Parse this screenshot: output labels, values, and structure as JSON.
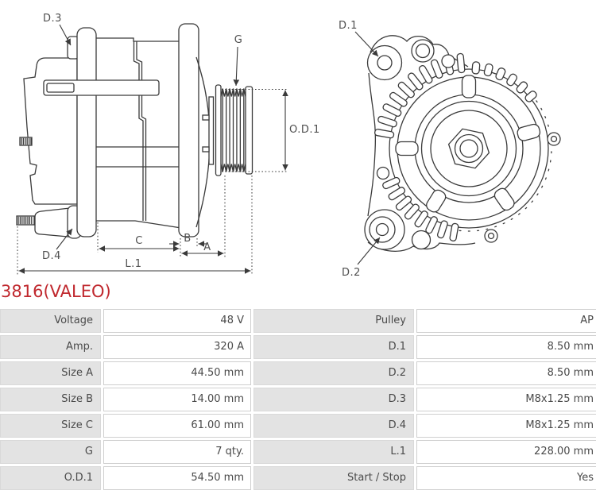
{
  "part_number": {
    "text": "3816(VALEO)",
    "color": "#c0282e"
  },
  "diagram": {
    "line_color": "#3a3a3a",
    "label_color": "#4f4f4f",
    "side_view_labels": {
      "d3": "D.3",
      "d4": "D.4",
      "g": "G",
      "od1": "O.D.1",
      "c": "C",
      "b": "B",
      "a": "A",
      "l1": "L.1"
    },
    "rear_view_labels": {
      "d1": "D.1",
      "d2": "D.2"
    }
  },
  "spec_table": {
    "colors": {
      "label_bg": "#e3e3e3",
      "row_bg": "#ffffff",
      "border": "#cfcfcf",
      "text": "#4a4a4a"
    },
    "rows": [
      {
        "left_label": "Voltage",
        "left_value": "48 V",
        "right_label": "Pulley",
        "right_value": "AP"
      },
      {
        "left_label": "Amp.",
        "left_value": "320 A",
        "right_label": "D.1",
        "right_value": "8.50 mm"
      },
      {
        "left_label": "Size A",
        "left_value": "44.50 mm",
        "right_label": "D.2",
        "right_value": "8.50 mm"
      },
      {
        "left_label": "Size B",
        "left_value": "14.00 mm",
        "right_label": "D.3",
        "right_value": "M8x1.25 mm"
      },
      {
        "left_label": "Size C",
        "left_value": "61.00 mm",
        "right_label": "D.4",
        "right_value": "M8x1.25 mm"
      },
      {
        "left_label": "G",
        "left_value": "7 qty.",
        "right_label": "L.1",
        "right_value": "228.00 mm"
      },
      {
        "left_label": "O.D.1",
        "left_value": "54.50 mm",
        "right_label": "Start / Stop",
        "right_value": "Yes"
      }
    ]
  }
}
